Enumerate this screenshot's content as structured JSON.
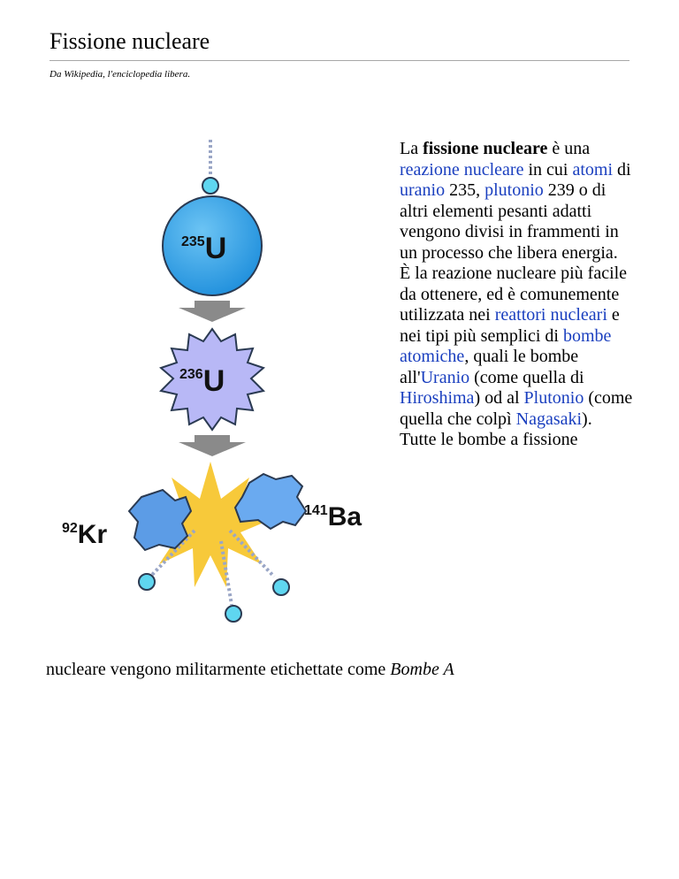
{
  "page": {
    "title": "Fissione nucleare",
    "subtitle": "Da Wikipedia, l'enciclopedia libera."
  },
  "diagram": {
    "u235": {
      "mass": "235",
      "symbol": "U"
    },
    "u236": {
      "mass": "236",
      "symbol": "U"
    },
    "kr": {
      "mass": "92",
      "symbol": "Kr"
    },
    "ba": {
      "mass": "141",
      "symbol": "Ba"
    },
    "colors": {
      "neutron": "#5fd6f0",
      "neutron_stroke": "#2a3a52",
      "u235_fill": "#3aa6e8",
      "u236_fill": "#b8b8f6",
      "arrow": "#8a8a8a",
      "burst": "#f7c93a",
      "fragment": "#5c9ce6",
      "trail": "#9aa6c6",
      "link": "#1a3fbf"
    }
  },
  "article": {
    "t1": "La ",
    "b1": "fissione  nucleare",
    "t2": "  è una ",
    "l1": "reazione nucleare",
    "t3": " in cui ",
    "l2": "atomi",
    "t4": " di ",
    "l3": "uranio",
    "t5": " 235, ",
    "l4": "plutonio",
    "t6": " 239 o di altri elementi pesanti adatti vengono divisi in frammenti in un processo che libera energia.",
    "t7": "È la reazione nucleare più facile da ottenere, ed è comunemente utilizzata nei ",
    "l5": "reattori nucleari",
    "t8": " e nei tipi più semplici di ",
    "l6": "bombe atomiche",
    "t9": ", quali le bombe all'",
    "l7": "Uranio",
    "t10": " (come quella di ",
    "l8": "Hiroshima",
    "t11": ") od al ",
    "l9": "Plutonio",
    "t12": " (come quella che colpì ",
    "l10": "Nagasaki",
    "t13": ").",
    "t14": "Tutte le bombe a fissione",
    "t15": "nucleare vengono militarmente etichettate come ",
    "i1": "Bombe A"
  }
}
